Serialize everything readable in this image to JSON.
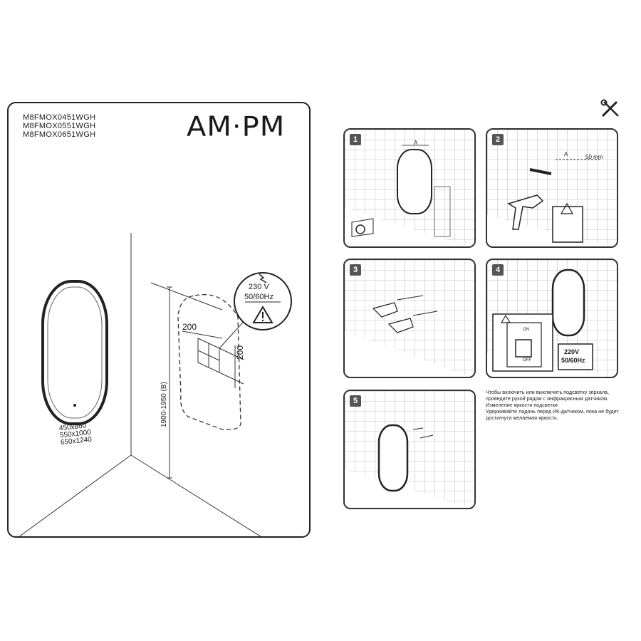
{
  "header": {
    "models": [
      "M8FMOX0451WGH",
      "M8FMOX0551WGH",
      "M8FMOX0651WGH"
    ],
    "brand": "AM·PM"
  },
  "overview": {
    "sizes": [
      "450x860",
      "550x1000",
      "650x1240"
    ],
    "height_range": "1900-1950 (B)",
    "dim_horizontal": "200",
    "dim_vertical": "200",
    "power_voltage": "230 V",
    "power_freq": "50/60Hz"
  },
  "steps": [
    {
      "number": "1",
      "label_a": "A"
    },
    {
      "number": "2",
      "label_a": "A",
      "label_b": "50 mm"
    },
    {
      "number": "3"
    },
    {
      "number": "4",
      "switch_on": "ON",
      "switch_off": "OFF",
      "voltage": "220V",
      "freq": "50/60Hz"
    },
    {
      "number": "5"
    }
  ],
  "instructions": {
    "line1": "Чтобы включить или выключить подсветку зеркала, проведите рукой рядом с инфракрасным датчиком.",
    "line2": "Изменение яркости подсветки:",
    "line3": "Удерживайте ладонь перед ИК-датчиком, пока не будет достигнута желаемая яркость."
  },
  "icons": [
    "tools-icon",
    "warning-icon",
    "lightning-icon",
    "tape-measure-icon",
    "drill-icon",
    "pencil-icon"
  ]
}
